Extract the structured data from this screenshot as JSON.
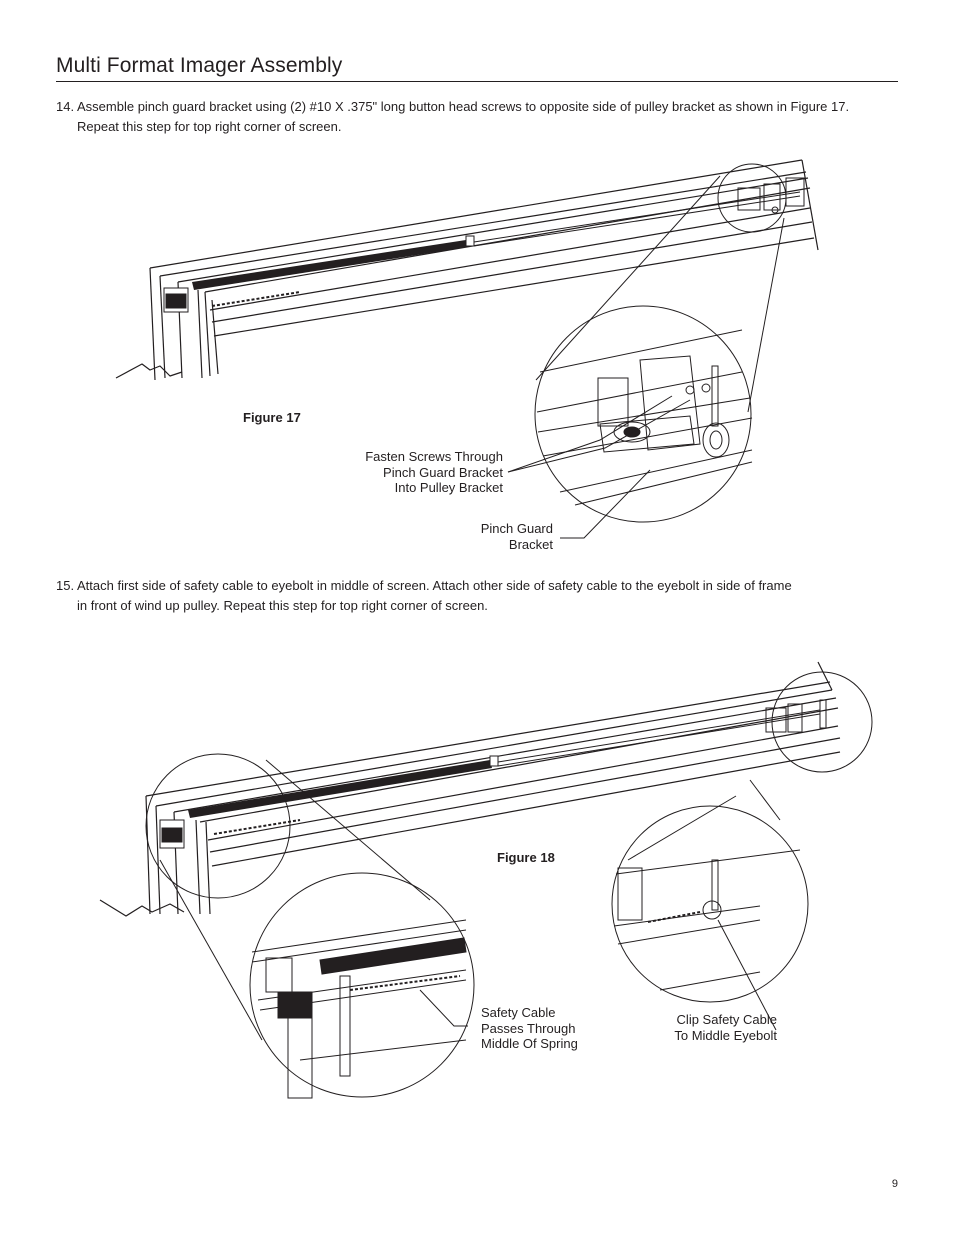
{
  "header": {
    "title": "Multi Format Imager Assembly"
  },
  "steps": [
    {
      "number": "14.",
      "text": "Assemble pinch guard bracket using (2) #10 X .375\" long button head screws to opposite side of pulley bracket as shown in Figure 17.",
      "text2": "Repeat this step for top right corner of screen."
    },
    {
      "number": "15.",
      "text": "Attach first side of safety cable to eyebolt in middle of screen. Attach other side of safety cable to the eyebolt in side of frame",
      "text2": "in front of wind up pulley. Repeat this step for top right corner of screen."
    }
  ],
  "figure17": {
    "label": "Figure 17",
    "callout_screws": [
      "Fasten Screws Through",
      "Pinch Guard Bracket",
      "Into Pulley Bracket"
    ],
    "callout_bracket": [
      "Pinch Guard",
      "Bracket"
    ]
  },
  "figure18": {
    "label": "Figure 18",
    "callout_spring": [
      "Safety Cable",
      "Passes Through",
      "Middle Of Spring"
    ],
    "callout_eyebolt": [
      "Clip Safety Cable",
      "To Middle Eyebolt"
    ]
  },
  "footer": {
    "page_number": "9"
  }
}
